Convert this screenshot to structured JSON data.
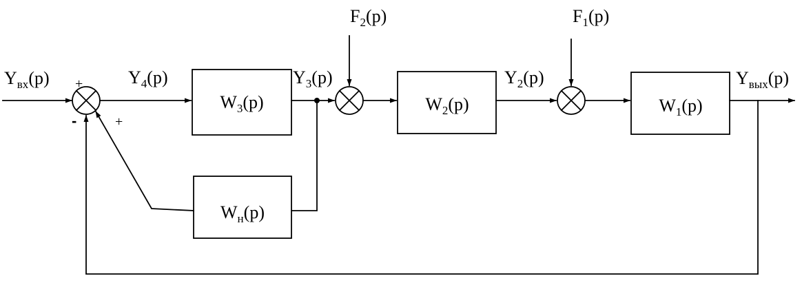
{
  "signals": {
    "input": {
      "base": "Y",
      "sub": "вх",
      "arg": "(p)"
    },
    "y4": {
      "base": "Y",
      "sub": "4",
      "arg": "(p)"
    },
    "y3": {
      "base": "Y",
      "sub": "3",
      "arg": "(p)"
    },
    "y2": {
      "base": "Y",
      "sub": "2",
      "arg": "(p)"
    },
    "output": {
      "base": "Y",
      "sub": "вых",
      "arg": "(p)"
    },
    "f2": {
      "base": "F",
      "sub": "2",
      "arg": "(p)"
    },
    "f1": {
      "base": "F",
      "sub": "1",
      "arg": "(p)"
    }
  },
  "blocks": {
    "w3": {
      "base": "W",
      "sub": "3",
      "arg": "(p)"
    },
    "w2": {
      "base": "W",
      "sub": "2",
      "arg": "(p)"
    },
    "w1": {
      "base": "W",
      "sub": "1",
      "arg": "(p)"
    },
    "wn": {
      "base": "W",
      "sub": "н",
      "arg": "(p)"
    }
  },
  "signs": {
    "main_plus": "+",
    "main_minus": "-",
    "corrective_plus": "+"
  }
}
